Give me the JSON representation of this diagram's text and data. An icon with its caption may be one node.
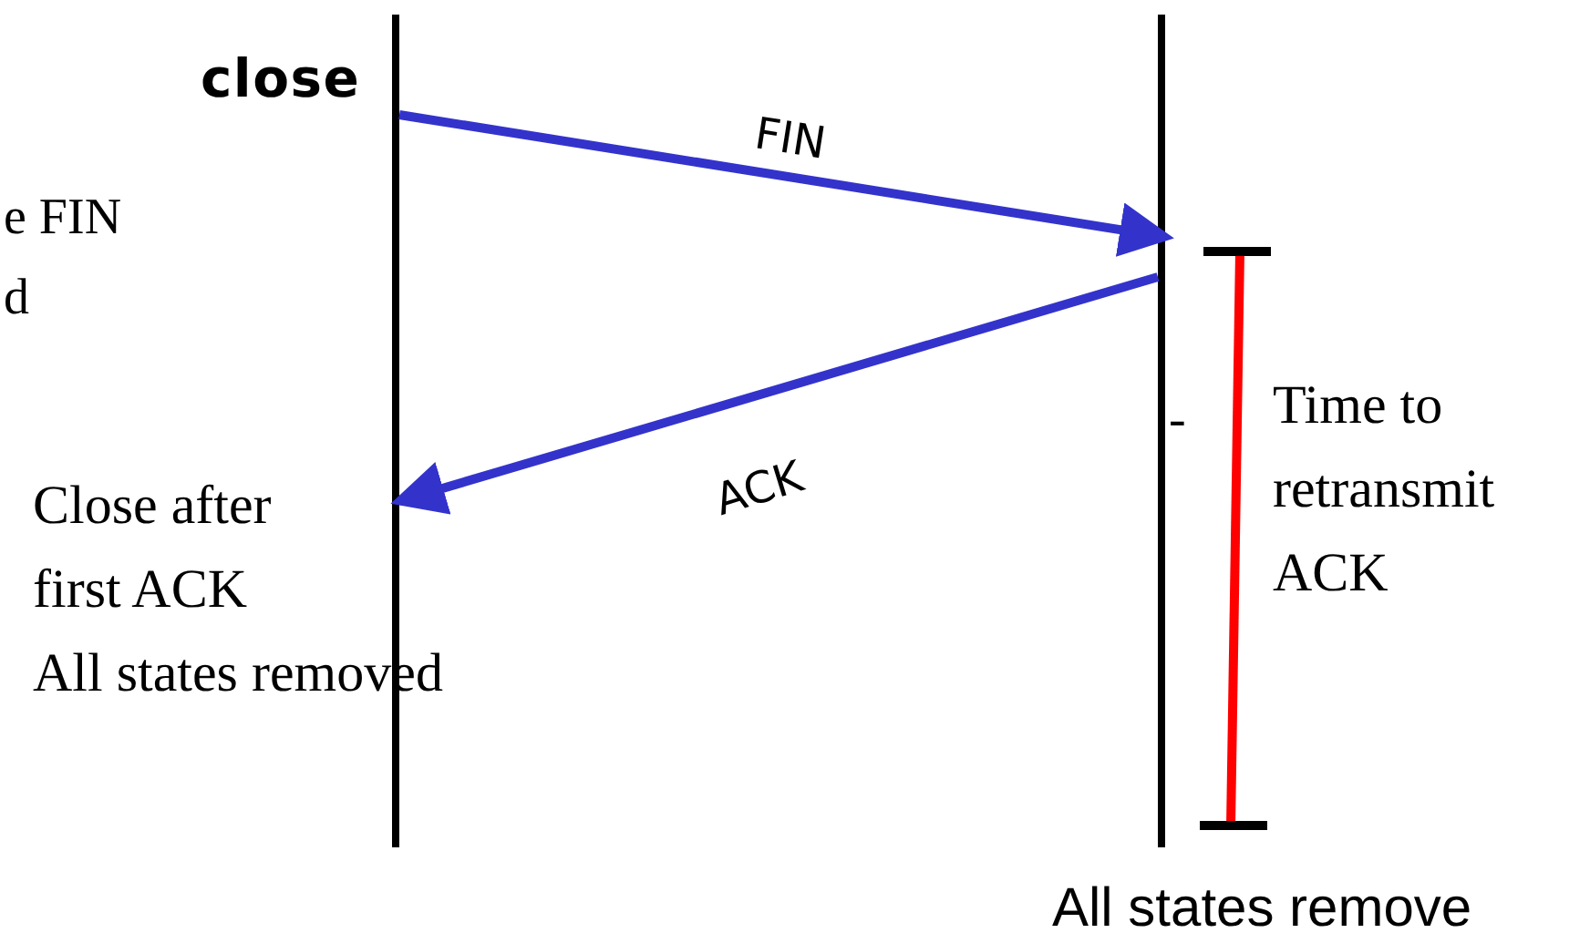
{
  "diagram": {
    "nodes": [
      {
        "text": [],
        "shape": "bar"
      },
      {
        "text": [],
        "shape": "bar",
        "beside": [
          "-"
        ]
      }
    ],
    "edges": [
      {
        "from": 0,
        "to": 1,
        "label": "FIN",
        "arrow": "to"
      },
      {
        "from": 1,
        "to": 0,
        "label": "ACK",
        "arrow": "to"
      }
    ],
    "labels": [
      "close",
      "e FIN d",
      "Close after first ACK",
      "All states removed",
      "Time to retransmit ACK",
      "All states remove"
    ]
  }
}
